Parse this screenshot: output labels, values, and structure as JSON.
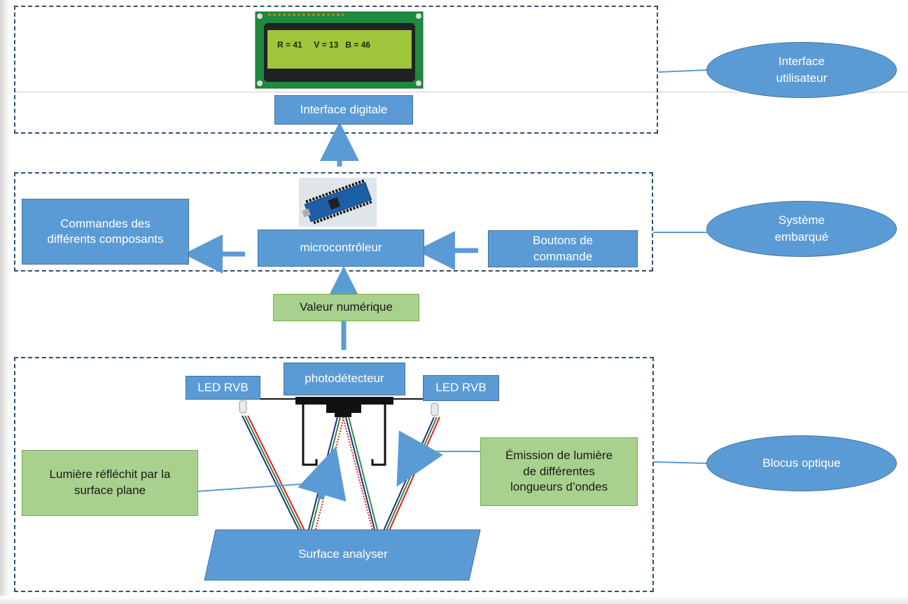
{
  "lcd": {
    "readout": "R = 41     V = 13   B = 46"
  },
  "digital_interface": "Interface digitale",
  "controller": "microcontrôleur",
  "commands": "Commandes des\ndifférents composants",
  "buttons": "Boutons de\ncommande",
  "numeric_value": "Valeur numérique",
  "photodetector": "photodétecteur",
  "led_left": "LED RVB",
  "led_right": "LED RVB",
  "reflected": "Lumière réfléchit par la\nsurface plane",
  "emission": "Émission de lumière\nde différentes\nlongueurs d’ondes",
  "surface": "Surface analyser",
  "ellipses": {
    "user": "Interface\nutilisateur",
    "embedded": "Système\nembarqué",
    "optical": "Blocus optique"
  },
  "colors": {
    "box_blue": "#5b9bd5",
    "box_green": "#a9d18e",
    "dash_border": "#2f4f74",
    "ray_red": "#e81c1c",
    "ray_green": "#2e8b3d",
    "ray_blue": "#1f2f7a"
  }
}
